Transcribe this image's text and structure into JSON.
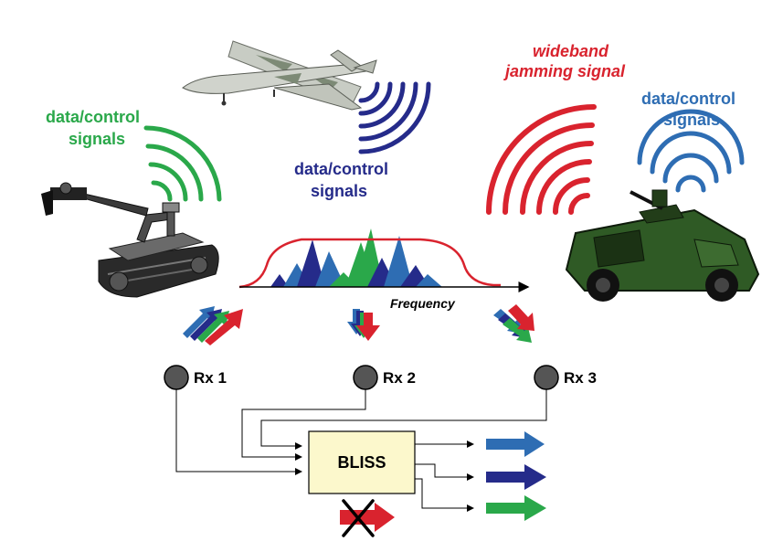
{
  "labels": {
    "robot_signals_line1": "data/control",
    "robot_signals_line2": "signals",
    "drone_signals_line1": "data/control",
    "drone_signals_line2": "signals",
    "jamming_line1": "wideband",
    "jamming_line2": "jamming signal",
    "vehicle_signals_line1": "data/control",
    "vehicle_signals_line2": "signals",
    "frequency_axis": "Frequency",
    "rx1": "Rx 1",
    "rx2": "Rx 2",
    "rx3": "Rx 3",
    "processor": "BLISS"
  },
  "colors": {
    "green": "#2aa84a",
    "navy": "#252b8a",
    "blue": "#2e6db3",
    "red": "#d9232e",
    "bliss_fill": "#fcf8cc",
    "receiver": "#555555"
  },
  "icons": [
    "ground-robot-icon",
    "drone-icon",
    "military-vehicle-icon",
    "signal-waves-icon",
    "cross-icon"
  ]
}
